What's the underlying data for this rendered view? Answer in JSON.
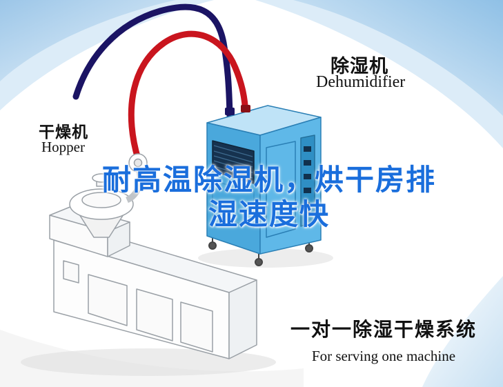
{
  "title": {
    "line1": "耐高温除湿机，烘干房排",
    "line2": "湿速度快"
  },
  "labels": {
    "dehumidifier": {
      "cn": "除湿机",
      "en": "Dehumidifier"
    },
    "hopper": {
      "cn": "干燥机",
      "en": "Hopper"
    },
    "system": {
      "cn": "一对一除湿干燥系统",
      "en": "For serving one machine"
    }
  },
  "diagram": {
    "machines": [
      "dehumidifier-unit",
      "hopper-dryer-machine"
    ],
    "pipes": [
      "return-air-pipe-navy",
      "dry-air-pipe-red"
    ]
  },
  "colors": {
    "title_blue": "#1a6edc",
    "pipe_red": "#c9151e",
    "pipe_navy": "#1b1464",
    "machine_blue_front": "#4aa8dc",
    "machine_blue_side": "#5fb8e8",
    "machine_blue_top": "#bfe3f7",
    "grille_dark": "#16324f",
    "swoosh_blue": "#9cc6e8",
    "label_text": "#111111"
  }
}
